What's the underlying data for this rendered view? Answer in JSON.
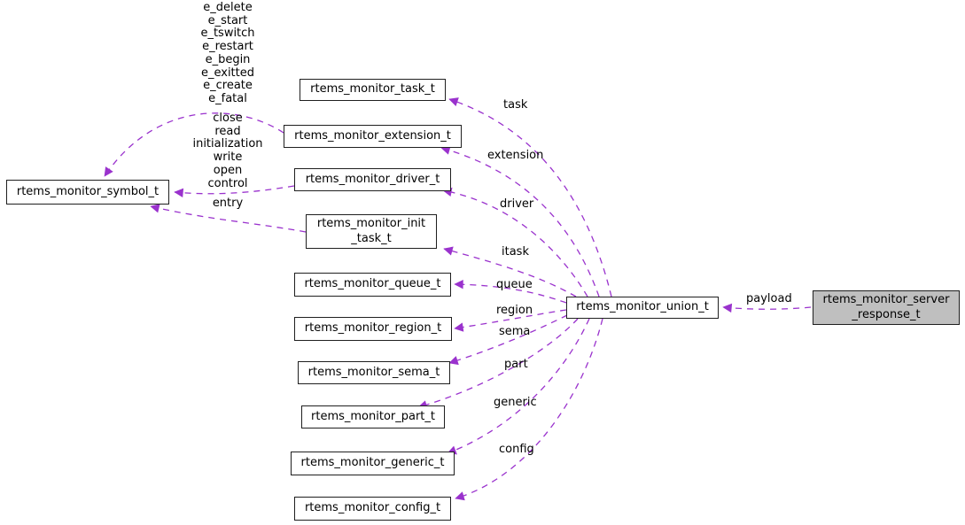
{
  "colors": {
    "edge": "#9a32cd",
    "node_border": "#1f1f1f",
    "node_fill": "#ffffff",
    "highlight_fill": "#bfbfbf",
    "text": "#000000",
    "background": "#ffffff"
  },
  "nodes": [
    {
      "id": "symbol",
      "label": "rtems_monitor_symbol_t"
    },
    {
      "id": "task",
      "label": "rtems_monitor_task_t"
    },
    {
      "id": "extension",
      "label": "rtems_monitor_extension_t"
    },
    {
      "id": "driver",
      "label": "rtems_monitor_driver_t"
    },
    {
      "id": "init_task",
      "label": "rtems_monitor_init\n_task_t"
    },
    {
      "id": "queue",
      "label": "rtems_monitor_queue_t"
    },
    {
      "id": "region",
      "label": "rtems_monitor_region_t"
    },
    {
      "id": "sema",
      "label": "rtems_monitor_sema_t"
    },
    {
      "id": "part",
      "label": "rtems_monitor_part_t"
    },
    {
      "id": "generic",
      "label": "rtems_monitor_generic_t"
    },
    {
      "id": "config",
      "label": "rtems_monitor_config_t"
    },
    {
      "id": "union",
      "label": "rtems_monitor_union_t"
    },
    {
      "id": "server_response",
      "label": "rtems_monitor_server\n_response_t",
      "highlighted": true
    }
  ],
  "edges": [
    {
      "from": "rtems_monitor_extension_t",
      "to": "rtems_monitor_symbol_t",
      "label": "e_delete\ne_start\ne_tswitch\ne_restart\ne_begin\ne_exitted\ne_create\ne_fatal"
    },
    {
      "from": "rtems_monitor_driver_t",
      "to": "rtems_monitor_symbol_t",
      "label": "close\nread\ninitialization\nwrite\nopen\ncontrol"
    },
    {
      "from": "rtems_monitor_init_task_t",
      "to": "rtems_monitor_symbol_t",
      "label": "entry"
    },
    {
      "from": "rtems_monitor_union_t",
      "to": "rtems_monitor_task_t",
      "label": "task"
    },
    {
      "from": "rtems_monitor_union_t",
      "to": "rtems_monitor_extension_t",
      "label": "extension"
    },
    {
      "from": "rtems_monitor_union_t",
      "to": "rtems_monitor_driver_t",
      "label": "driver"
    },
    {
      "from": "rtems_monitor_union_t",
      "to": "rtems_monitor_init_task_t",
      "label": "itask"
    },
    {
      "from": "rtems_monitor_union_t",
      "to": "rtems_monitor_queue_t",
      "label": "queue"
    },
    {
      "from": "rtems_monitor_union_t",
      "to": "rtems_monitor_region_t",
      "label": "region"
    },
    {
      "from": "rtems_monitor_union_t",
      "to": "rtems_monitor_sema_t",
      "label": "sema"
    },
    {
      "from": "rtems_monitor_union_t",
      "to": "rtems_monitor_part_t",
      "label": "part"
    },
    {
      "from": "rtems_monitor_union_t",
      "to": "rtems_monitor_generic_t",
      "label": "generic"
    },
    {
      "from": "rtems_monitor_union_t",
      "to": "rtems_monitor_config_t",
      "label": "config"
    },
    {
      "from": "rtems_monitor_server_response_t",
      "to": "rtems_monitor_union_t",
      "label": "payload"
    }
  ]
}
